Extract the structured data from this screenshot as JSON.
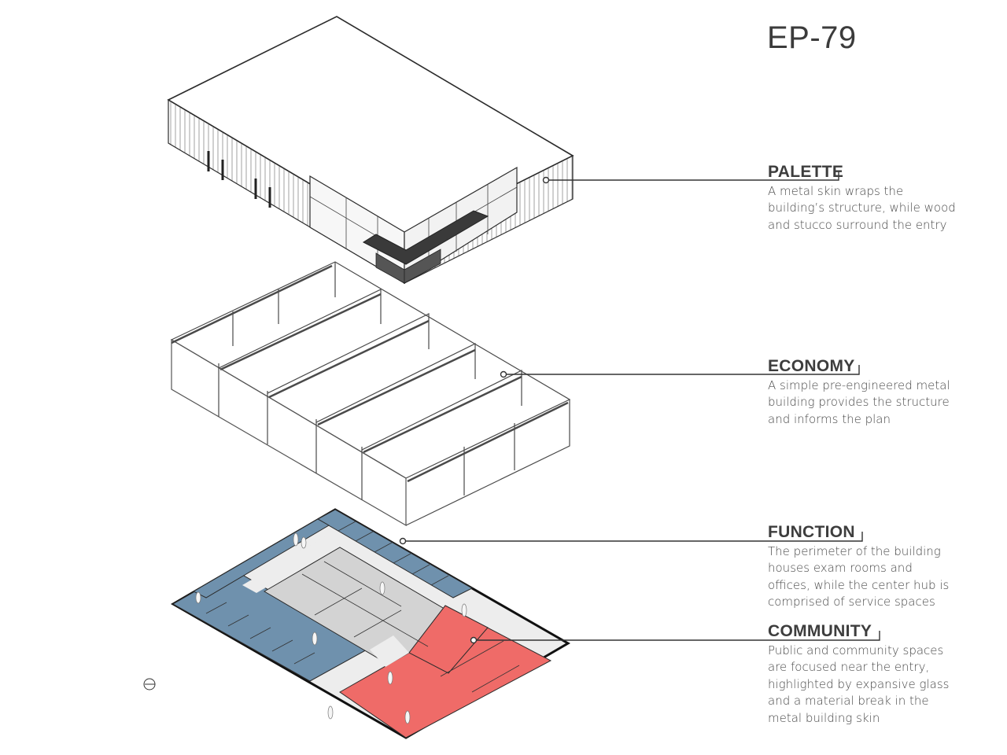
{
  "title": "EP-79",
  "notes": [
    {
      "heading": "PALETTE",
      "body": [
        "A metal skin wraps the",
        "building’s structure, while wood",
        "and stucco surround the entry"
      ]
    },
    {
      "heading": "ECONOMY",
      "body": [
        "A simple pre-engineered metal",
        "building provides the structure",
        "and informs the plan"
      ]
    },
    {
      "heading": "FUNCTION",
      "body": [
        "The perimeter of the building",
        "houses exam rooms and",
        "offices, while the center hub is",
        "comprised of service spaces"
      ]
    },
    {
      "heading": "COMMUNITY",
      "body": [
        "Public and community spaces",
        "are focused near the entry,",
        "highlighted by expansive glass",
        "and a material break in the",
        "metal building skin"
      ]
    }
  ],
  "colors": {
    "exam_offices": "#6f91ad",
    "service_core": "#d3d3d3",
    "community": "#ef6b68",
    "circulation": "#ededed",
    "line": "#333333"
  },
  "icons": [
    "north-arrow-icon",
    "callout-dot-icon"
  ]
}
